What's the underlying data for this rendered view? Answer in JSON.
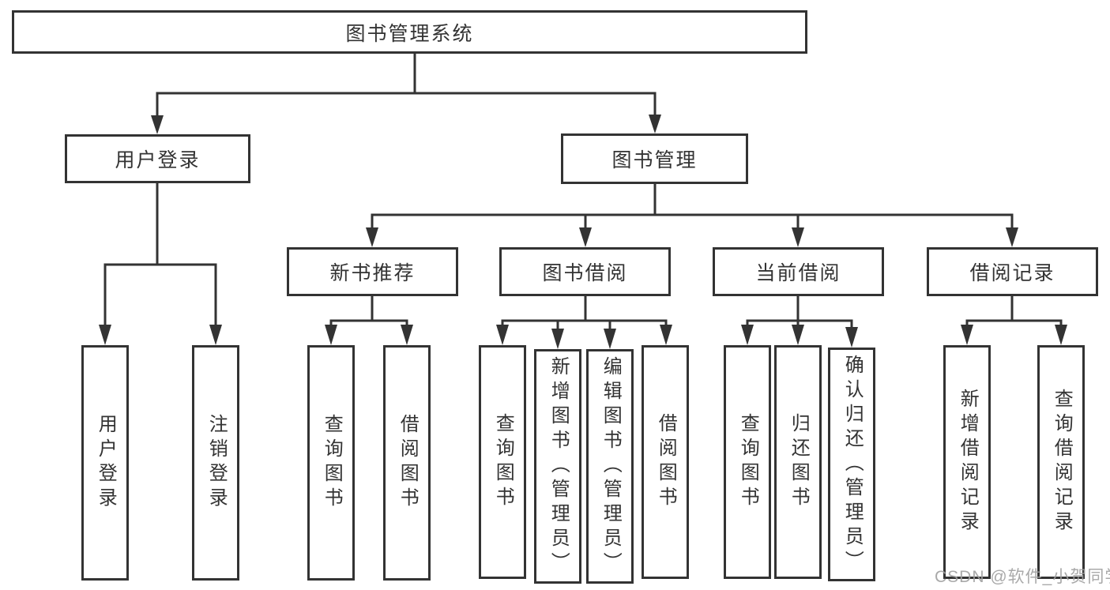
{
  "diagram_title": "图书管理系统",
  "tree": {
    "root": {
      "label": "图书管理系统",
      "children": [
        {
          "label": "用户登录",
          "children": [
            {
              "label": "用户登录"
            },
            {
              "label": "注销登录"
            }
          ]
        },
        {
          "label": "图书管理",
          "children": [
            {
              "label": "新书推荐",
              "children": [
                {
                  "label": "查询图书"
                },
                {
                  "label": "借阅图书"
                }
              ]
            },
            {
              "label": "图书借阅",
              "children": [
                {
                  "label": "查询图书"
                },
                {
                  "label": "新增图书（管理员）"
                },
                {
                  "label": "编辑图书（管理员）"
                },
                {
                  "label": "借阅图书"
                }
              ]
            },
            {
              "label": "当前借阅",
              "children": [
                {
                  "label": "查询图书"
                },
                {
                  "label": "归还图书"
                },
                {
                  "label": "确认归还（管理员）"
                }
              ]
            },
            {
              "label": "借阅记录",
              "children": [
                {
                  "label": "新增借阅记录"
                },
                {
                  "label": "查询借阅记录"
                }
              ]
            }
          ]
        }
      ]
    }
  },
  "watermark": {
    "text": "CSDN @软件_小贺同学"
  },
  "colors": {
    "line": "#333333",
    "text": "#333333",
    "background": "#ffffff",
    "watermark": "#a0a0a0"
  }
}
